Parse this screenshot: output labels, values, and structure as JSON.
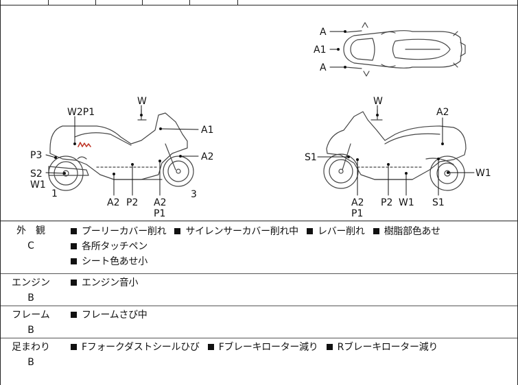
{
  "diagram": {
    "top_view_labels": [
      "A",
      "A1",
      "A"
    ],
    "left_view": {
      "labels": [
        "W",
        "W2P1",
        "A1",
        "A2",
        "P3",
        "S2",
        "W1",
        "1",
        "A2",
        "P2",
        "A2",
        "P1",
        "3"
      ]
    },
    "right_view": {
      "labels": [
        "W",
        "A2",
        "S1",
        "W1",
        "A2",
        "P1",
        "P2",
        "W1",
        "S1"
      ]
    }
  },
  "conditions": [
    {
      "category": "外　観",
      "grade": "C",
      "items": [
        "プーリーカバー削れ",
        "サイレンサーカバー削れ中",
        "レバー削れ",
        "樹脂部色あせ",
        "各所タッチペン",
        "シート色あせ小"
      ]
    },
    {
      "category": "エンジン",
      "grade": "B",
      "items": [
        "エンジン音小"
      ]
    },
    {
      "category": "フレーム",
      "grade": "B",
      "items": [
        "フレームさび中"
      ]
    },
    {
      "category": "足まわり",
      "grade": "B",
      "items": [
        "Fフォークダストシールひび",
        "Fブレーキローター減り",
        "Rブレーキローター減り"
      ]
    }
  ]
}
